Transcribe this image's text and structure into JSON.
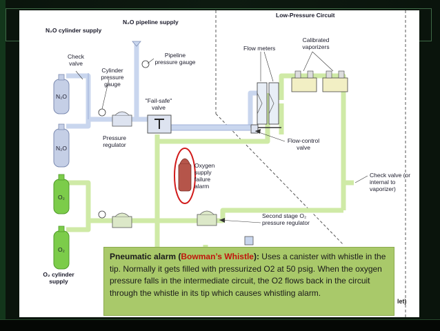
{
  "labels": {
    "n2o_cylinder_supply": "N₂O cylinder supply",
    "n2o_pipeline_supply": "N₂O pipeline supply",
    "low_pressure_circuit": "Low-Pressure Circuit",
    "pipeline_pressure_gauge": "Pipeline pressure gauge",
    "flow_meters": "Flow meters",
    "calibrated_vaporizers": "Calibrated vaporizers",
    "check_valve_top": "Check valve",
    "cylinder_pressure_gauge": "Cylinder pressure gauge",
    "fail_safe_valve": "\"Fail-safe\" valve",
    "pressure_regulator": "Pressure regulator",
    "flow_control_valve": "Flow-control valve",
    "oxygen_supply_failure_alarm": "Oxygen supply failure alarm",
    "check_valve_right": "Check valve (or internal to vaporizer)",
    "second_stage_regulator": "Second stage O₂ pressure regulator",
    "o2_cylinder_supply": "O₂ cylinder supply",
    "cyl_n2o_1": "N₂O",
    "cyl_n2o_2": "N₂O",
    "cyl_o2_1": "O₂",
    "cyl_o2_2": "O₂",
    "partial_label": "let)"
  },
  "callout": {
    "title": "Pneumatic alarm",
    "open_paren": " (",
    "highlight": "Bowman’s Whistle",
    "close_paren": "): ",
    "text": "Uses a canister with whistle in the tip. Normally it gets filled with pressurized O2  at 50 psig. When the oxygen pressure falls in the intermediate circuit, the O2 flows back in the circuit through the whistle in its tip which causes whistling alarm."
  },
  "colors": {
    "n2o_pipe": "#c9d6ee",
    "o2_pipe": "#cfeaa6",
    "n2o_cylinder": "#c5cfe6",
    "o2_cylinder": "#7ccc4a",
    "alarm_canister": "#b5554a",
    "highlight_ring": "#d11a1a",
    "callout_bg": "#a9c96a"
  }
}
